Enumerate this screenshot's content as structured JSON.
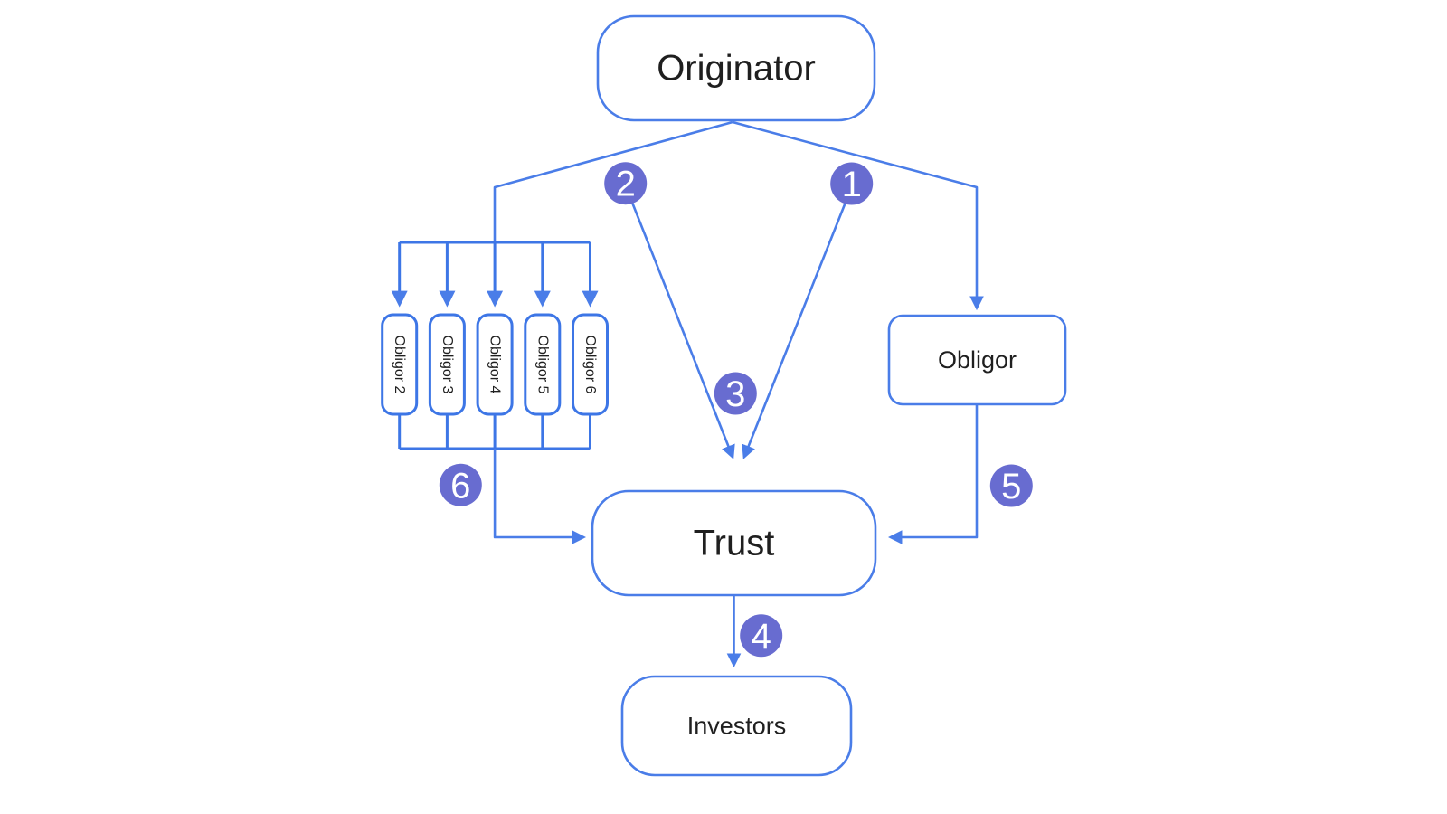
{
  "diagram": {
    "nodes": {
      "originator": "Originator",
      "trust": "Trust",
      "investors": "Investors",
      "obligor_right": "Obligor",
      "obligors_left": [
        "Obligor 2",
        "Obligor 3",
        "Obligor 4",
        "Obligor 5",
        "Obligor 6"
      ]
    },
    "badges": [
      "1",
      "2",
      "3",
      "4",
      "5",
      "6"
    ],
    "colors": {
      "edge_line": "#4a7de8",
      "box_border": "#3d76e6",
      "badge_fill": "#686cd0",
      "badge_text": "#ffffff",
      "node_text": "#1f1f1f",
      "background": "#ffffff"
    }
  }
}
